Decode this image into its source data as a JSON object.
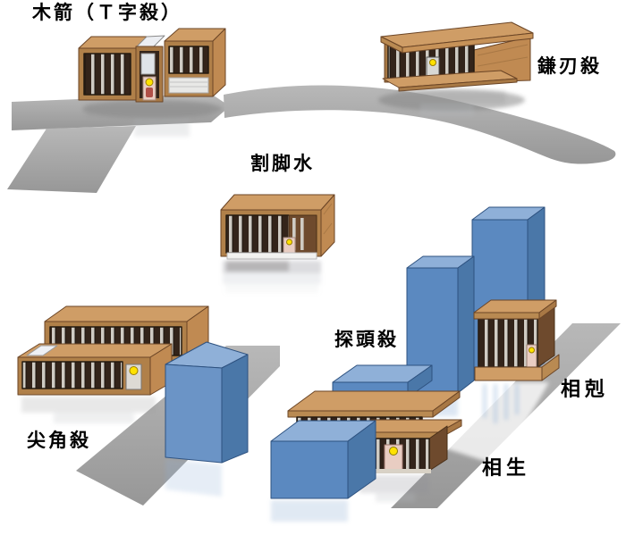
{
  "figure": {
    "background_color": "#ffffff",
    "text_color": "#000000",
    "road_gray": "#a6a6a6",
    "block_blue": "#5b89c0",
    "block_blue_top": "#8fb0d8",
    "block_blue_side": "#4a77a8",
    "wood_light": "#cf9d66",
    "wood_mid": "#b08049",
    "lattice_dark": "#33241a",
    "door_pink": "#e9cdc2",
    "lantern_yellow": "#ffe200"
  },
  "labels": {
    "t_arrow": "木箭（Ｔ字殺）",
    "sickle_blade": "鎌刃殺",
    "leg_cutting_water": "割脚水",
    "sharp_corner": "尖角殺",
    "probing_head": "探頭殺",
    "mutual_overcoming": "相剋",
    "mutual_generation": "相生"
  }
}
